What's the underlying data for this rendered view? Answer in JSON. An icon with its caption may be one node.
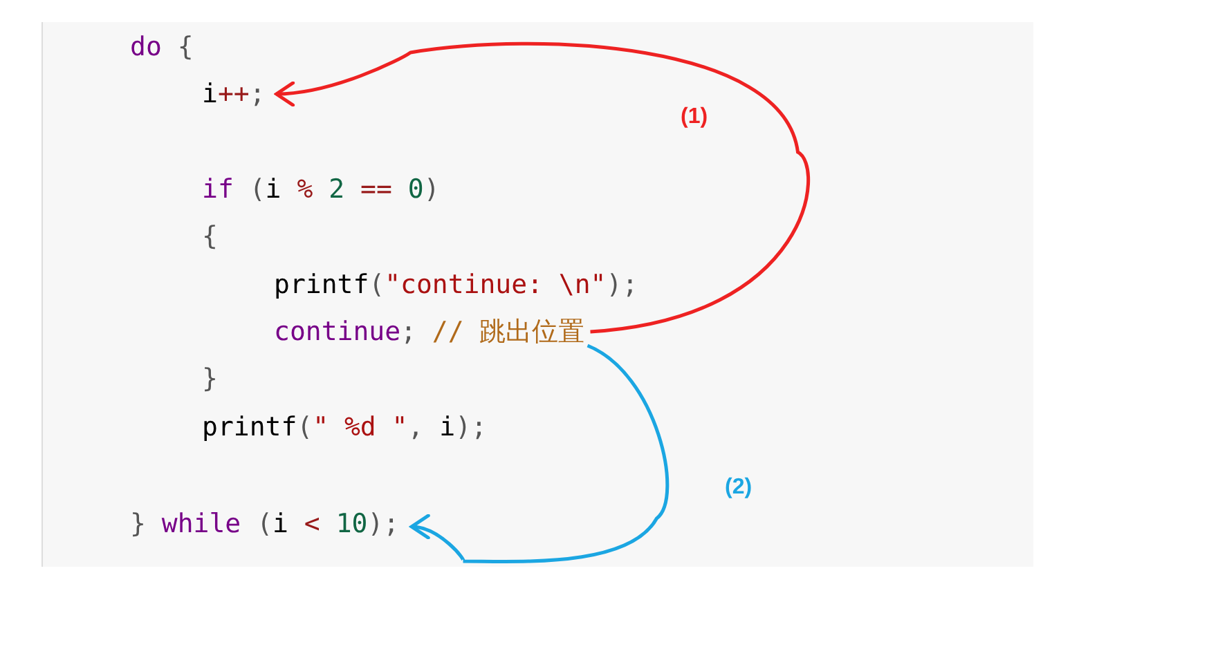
{
  "diagram": {
    "nodes": [
      {
        "text": [],
        "shape": "box"
      },
      {
        "text": [
          "do {"
        ],
        "in": 0
      },
      {
        "text": [
          "i++;"
        ],
        "in": 0
      },
      {
        "text": [
          "if (i % 2 == 0)"
        ],
        "in": 0
      },
      {
        "text": [
          "{"
        ],
        "in": 0
      },
      {
        "text": [
          "printf(\"continue: \\n\");"
        ],
        "in": 0
      },
      {
        "text": [
          "continue; // 跳出位置"
        ],
        "in": 0
      },
      {
        "text": [
          "}"
        ],
        "in": 0
      },
      {
        "text": [
          "printf(\" %d \", i);"
        ],
        "in": 0
      },
      {
        "text": [
          "} while (i < 10);"
        ],
        "in": 0
      }
    ],
    "edges": [
      {
        "from": 6,
        "to": 2,
        "arrow": "to",
        "label": "(1)",
        "color": "#ee2222"
      },
      {
        "from": 6,
        "to": 9,
        "arrow": "to",
        "label": "(2)",
        "color": "#1ba6e2"
      }
    ]
  }
}
